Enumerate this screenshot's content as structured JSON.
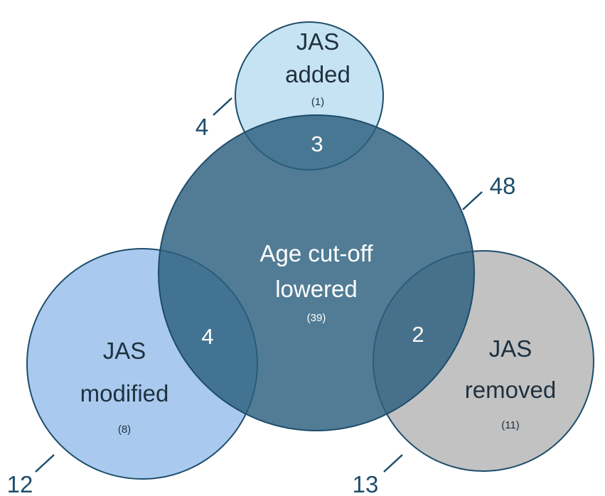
{
  "sets": {
    "added": {
      "name_line1": "JAS",
      "name_line2": "added",
      "only_count": "(1)",
      "total": "4",
      "fill": "#c6e3f3",
      "text_color": "#1f3140"
    },
    "lowered": {
      "name_line1": "Age cut-off",
      "name_line2": "lowered",
      "only_count": "(39)",
      "total": "48",
      "fill": "#2c5f7e",
      "text_color": "#ffffff"
    },
    "modified": {
      "name_line1": "JAS",
      "name_line2": "modified",
      "only_count": "(8)",
      "total": "12",
      "fill": "#a9caee",
      "text_color": "#1f3140"
    },
    "removed": {
      "name_line1": "JAS",
      "name_line2": "removed",
      "only_count": "(11)",
      "total": "13",
      "fill": "#c2c2c2",
      "text_color": "#1f3140"
    }
  },
  "overlaps": {
    "added_lowered": "3",
    "modified_lowered": "4",
    "removed_lowered": "2"
  },
  "colors": {
    "outline": "#1e4d6b",
    "total_label": "#1e4d6b"
  }
}
